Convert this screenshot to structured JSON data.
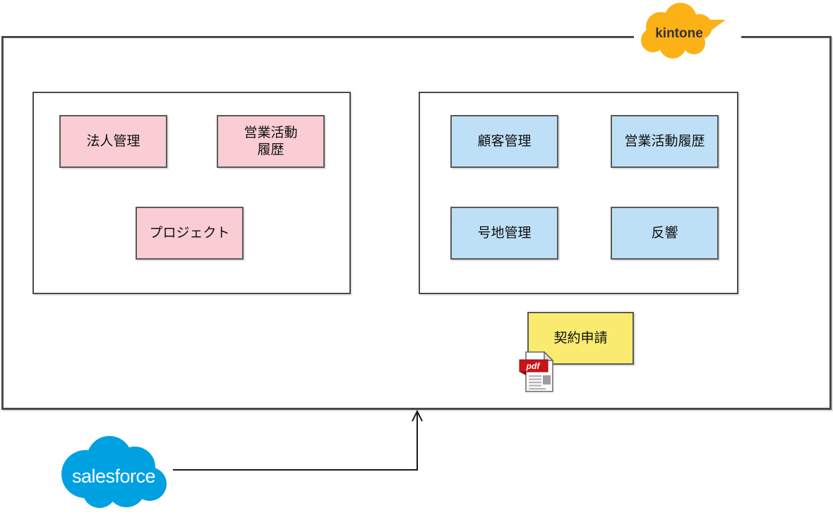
{
  "kintone": {
    "label": "kintone"
  },
  "salesforce": {
    "label": "salesforce"
  },
  "left_group": {
    "boxes": [
      {
        "label": "法人管理"
      },
      {
        "label": "営業活動\n履歴"
      },
      {
        "label": "プロジェクト"
      }
    ]
  },
  "right_group": {
    "boxes": [
      {
        "label": "顧客管理"
      },
      {
        "label": "営業活動履歴"
      },
      {
        "label": "号地管理"
      },
      {
        "label": "反響"
      }
    ]
  },
  "contract": {
    "label": "契約申請"
  },
  "pdf_icon": {
    "label": "pdf"
  },
  "colors": {
    "pink_box": "#f9cdd3",
    "blue_box": "#bee0f6",
    "yellow_box": "#f8eb6f",
    "kintone_orange": "#fcb116",
    "salesforce_blue": "#00a1e0",
    "pdf_red": "#cc1417",
    "border_gray": "#4a4a4a"
  }
}
